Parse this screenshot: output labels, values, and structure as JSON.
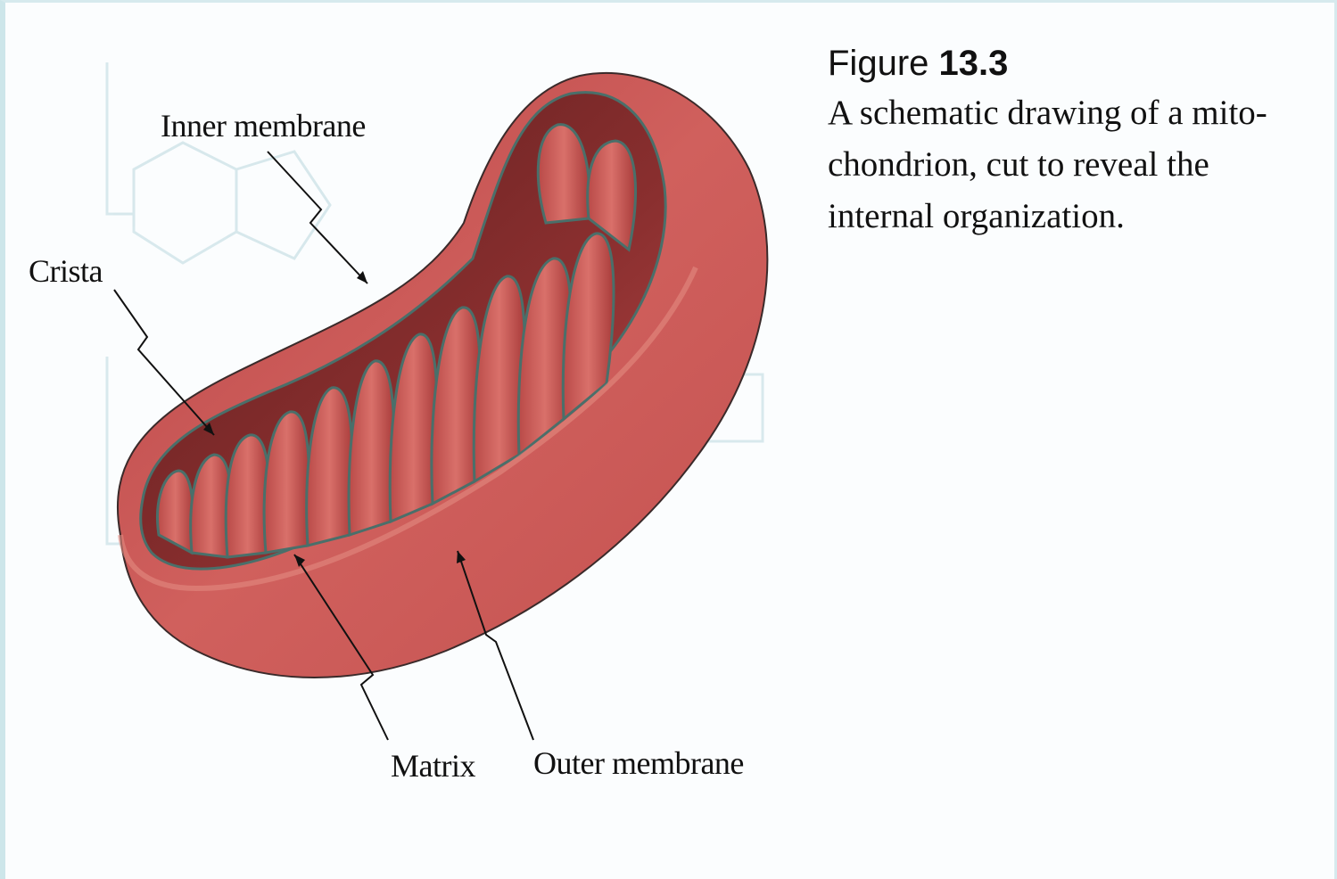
{
  "figure": {
    "label_word": "Figure",
    "label_number": "13.3",
    "caption": "A schematic drawing of a mito-chondrion, cut to reveal the internal organization."
  },
  "labels": {
    "inner_membrane": "Inner membrane",
    "crista": "Crista",
    "matrix": "Matrix",
    "outer_membrane": "Outer membrane"
  },
  "colors": {
    "outer_red": "#c8504f",
    "inner_dark": "#7a2424",
    "membrane_green": "#4a6f6a",
    "frame": "#cde6ea"
  }
}
